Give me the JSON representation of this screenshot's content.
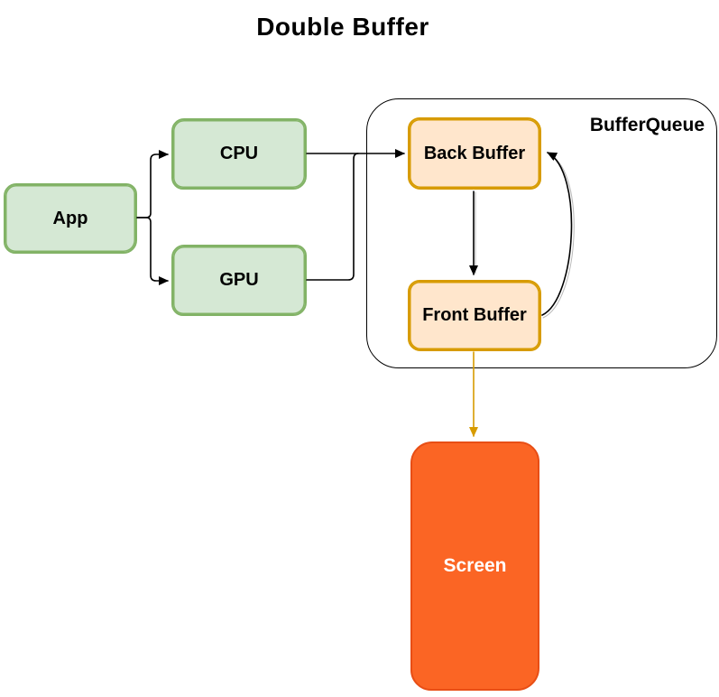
{
  "title": "Double Buffer",
  "nodes": {
    "app": {
      "label": "App"
    },
    "cpu": {
      "label": "CPU"
    },
    "gpu": {
      "label": "GPU"
    },
    "back_buffer": {
      "label": "Back Buffer"
    },
    "front_buffer": {
      "label": "Front Buffer"
    },
    "screen": {
      "label": "Screen"
    }
  },
  "groups": {
    "buffer_queue": {
      "label": "BufferQueue"
    }
  },
  "edges": [
    {
      "from": "app",
      "to": "cpu",
      "style": "orthogonal"
    },
    {
      "from": "app",
      "to": "gpu",
      "style": "orthogonal"
    },
    {
      "from": "cpu",
      "to": "back_buffer",
      "style": "straight"
    },
    {
      "from": "gpu",
      "to": "back_buffer",
      "style": "orthogonal-merge"
    },
    {
      "from": "back_buffer",
      "to": "front_buffer",
      "style": "straight"
    },
    {
      "from": "front_buffer",
      "to": "back_buffer",
      "style": "curved"
    },
    {
      "from": "front_buffer",
      "to": "screen",
      "style": "straight",
      "color": "#D79B00"
    }
  ],
  "colors": {
    "node_green_fill": "#D5E8D4",
    "node_green_border": "#82B366",
    "node_peach_fill": "#FFE6CC",
    "node_peach_border": "#D79B00",
    "screen_fill": "#FB6524",
    "screen_border": "#E84E15",
    "edge": "#000000",
    "edge_to_screen": "#D79B00",
    "text": "#000000",
    "screen_text": "#FFFFFF"
  }
}
